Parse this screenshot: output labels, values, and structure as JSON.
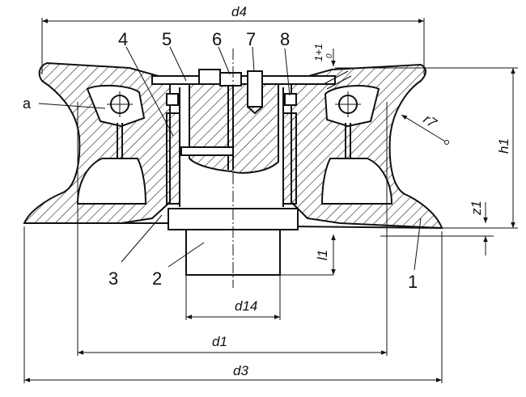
{
  "part_numbers": [
    "1",
    "2",
    "3",
    "4",
    "5",
    "6",
    "7",
    "8"
  ],
  "detail_label": "a",
  "dimensions": {
    "d4": "d4",
    "d1": "d1",
    "d3": "d3",
    "d14": "d14",
    "h1": "h1",
    "l1": "l1",
    "z1": "z1",
    "r7": "r7",
    "tol": "1+1",
    "tol_sub": "0"
  }
}
